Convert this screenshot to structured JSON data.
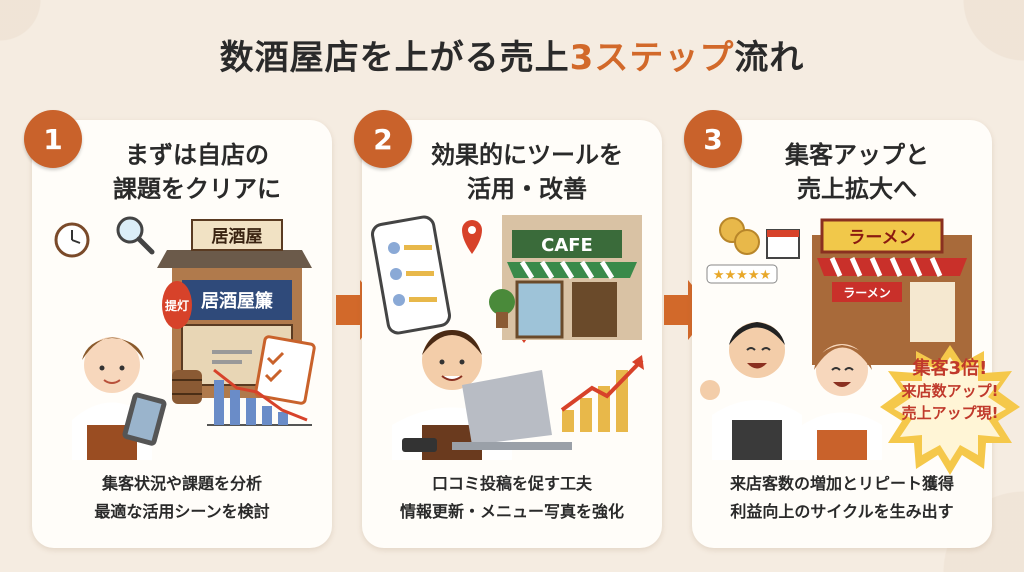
{
  "title": {
    "main": "数酒屋店を上がる売上",
    "accent": "3ステップ",
    "tail": "流れ"
  },
  "steps": [
    {
      "number": "1",
      "heading": [
        "まずは自店の",
        "課題をクリアに"
      ],
      "desc": [
        "集客状況や課題を分析",
        "最適な活用シーンを検討"
      ],
      "signs": {
        "top": "居酒屋",
        "front": "居酒屋簾",
        "lantern": "提灯"
      }
    },
    {
      "number": "2",
      "heading": [
        "効果的にツールを",
        "活用・改善"
      ],
      "desc": [
        "口コミ投稿を促す工夫",
        "情報更新・メニュー写真を強化"
      ],
      "signs": {
        "cafe": "CAFE"
      }
    },
    {
      "number": "3",
      "heading": [
        "集客アップと",
        "売上拡大へ"
      ],
      "desc": [
        "来店客数の増加とリピート獲得",
        "利益向上のサイクルを生み出す"
      ],
      "signs": {
        "ramen": "ラーメン",
        "ramen_small": "ラーメン"
      }
    }
  ],
  "burst": {
    "line1": "集客3倍!",
    "line2": "来店数アップ!",
    "line3": "売上アップ現!"
  },
  "colors": {
    "accent": "#d2692a",
    "badge": "#c9622b",
    "arrow": "#d2692a",
    "card": "#fffdf9",
    "bg": "#f5ece1"
  }
}
